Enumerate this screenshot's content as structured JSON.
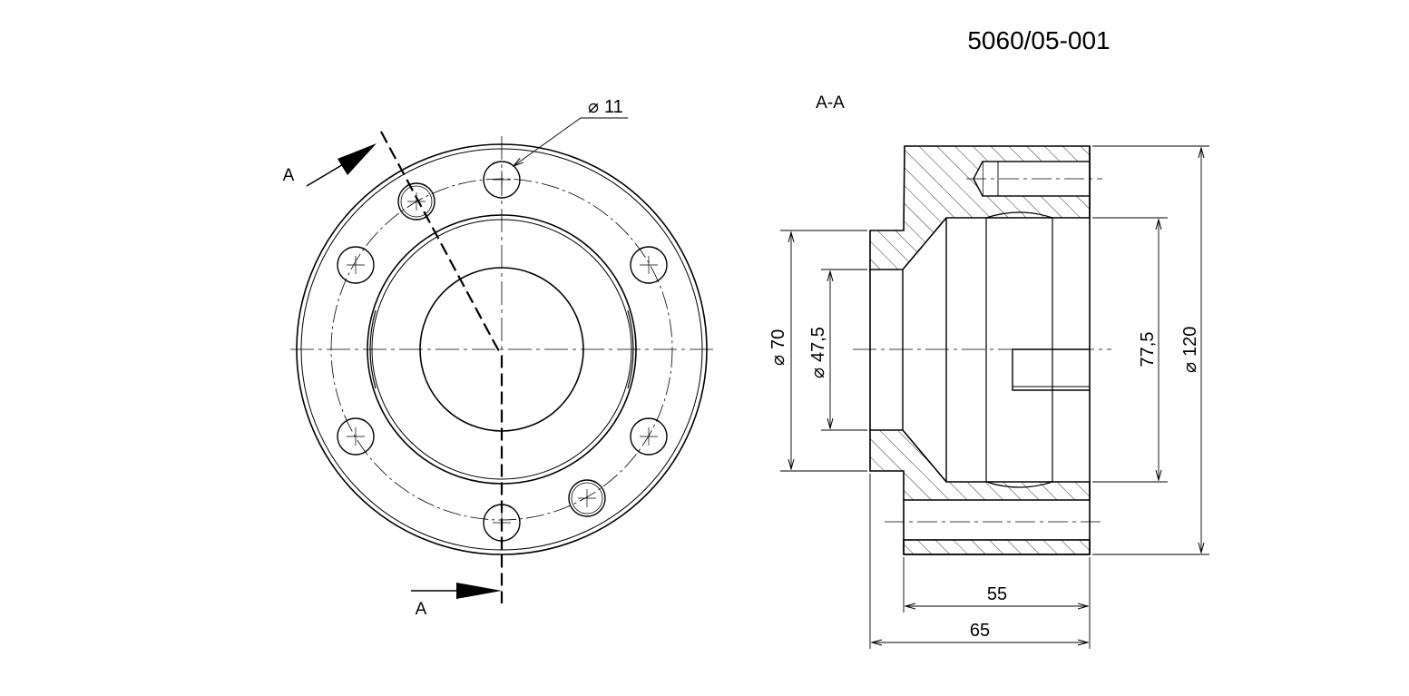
{
  "drawing": {
    "part_number": "5060/05-001",
    "section_title": "A-A",
    "section_marks": {
      "top": "A",
      "bottom": "A"
    },
    "dimensions": {
      "hole_diameter": "11",
      "dia_70": "70",
      "dia_47_5": "47,5",
      "dim_77_5": "77,5",
      "dia_120": "120",
      "len_55": "55",
      "len_65": "65"
    },
    "symbols": {
      "diameter": "⌀"
    }
  }
}
